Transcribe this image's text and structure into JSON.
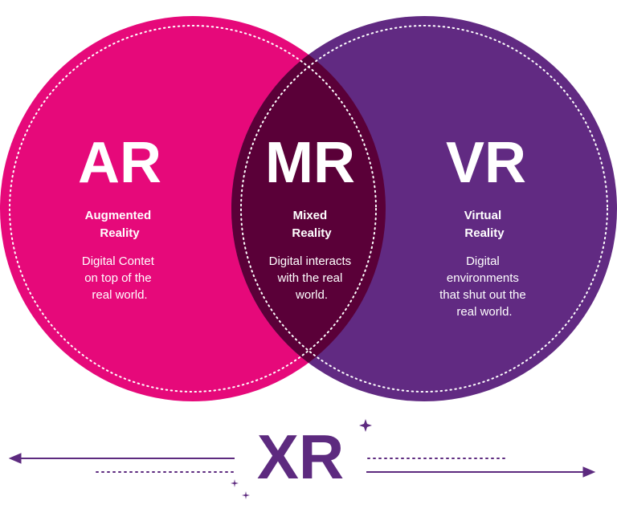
{
  "colors": {
    "ar": "#e6097a",
    "vr": "#612a82",
    "mr": "#5a0038",
    "xr": "#5d2a7f",
    "sparkle": "#5d2a7f",
    "background": "#ffffff"
  },
  "ar": {
    "abbr": "AR",
    "title_lines": [
      "Augmented",
      "Reality"
    ],
    "desc_lines": [
      "Digital Contet",
      "on top of the",
      "real world."
    ]
  },
  "mr": {
    "abbr": "MR",
    "title_lines": [
      "Mixed",
      "Reality"
    ],
    "desc_lines": [
      "Digital interacts",
      "with the real",
      "world."
    ]
  },
  "vr": {
    "abbr": "VR",
    "title_lines": [
      "Virtual",
      "Reality"
    ],
    "desc_lines": [
      "Digital",
      "environments",
      "that shut out the",
      "real world."
    ]
  },
  "xr": {
    "label": "XR",
    "left_arrow_icon": "arrow-left-icon",
    "right_arrow_icon": "arrow-right-icon",
    "sparkle_icon": "sparkle-icon"
  }
}
